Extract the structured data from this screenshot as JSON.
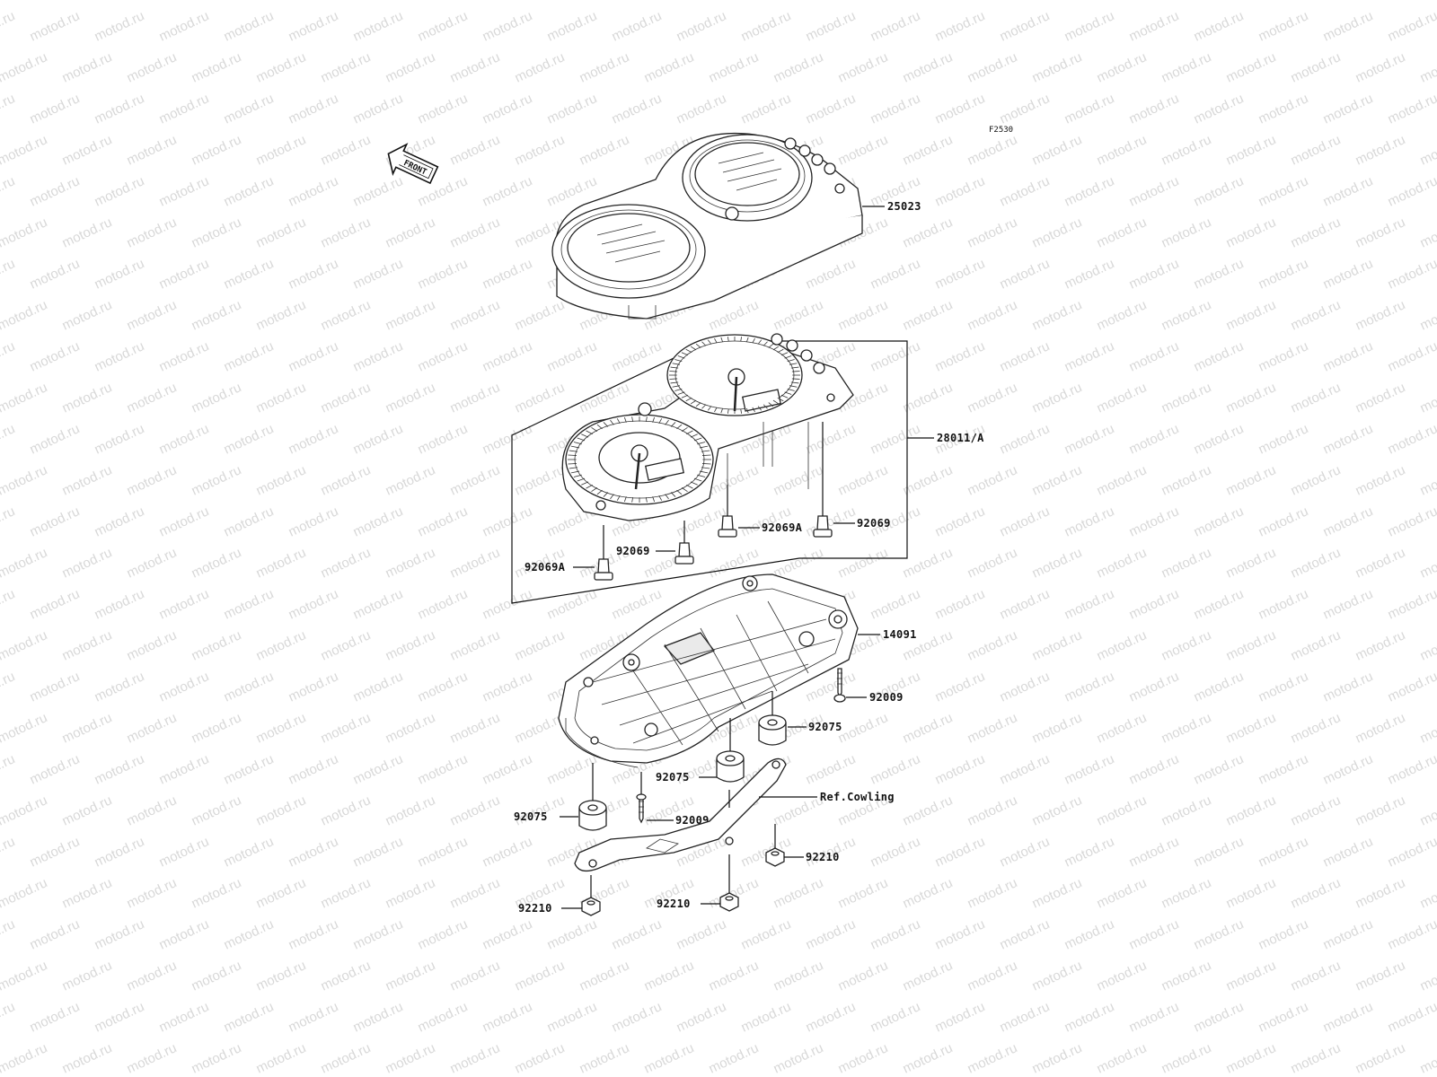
{
  "diagram": {
    "figure_code": "F2530",
    "front_label": "FRONT",
    "watermark": "motod.ru",
    "callouts": {
      "c25023": "25023",
      "c28011": "28011/A",
      "c92069a_left": "92069A",
      "c92069_left": "92069",
      "c92069a_right": "92069A",
      "c92069_right": "92069",
      "c14091": "14091",
      "c92009_top": "92009",
      "c92075_right": "92075",
      "c92075_mid": "92075",
      "c92075_left": "92075",
      "c92009_bottom": "92009",
      "ref_cowling": "Ref.Cowling",
      "c92210_right": "92210",
      "c92210_mid": "92210",
      "c92210_left": "92210"
    }
  }
}
